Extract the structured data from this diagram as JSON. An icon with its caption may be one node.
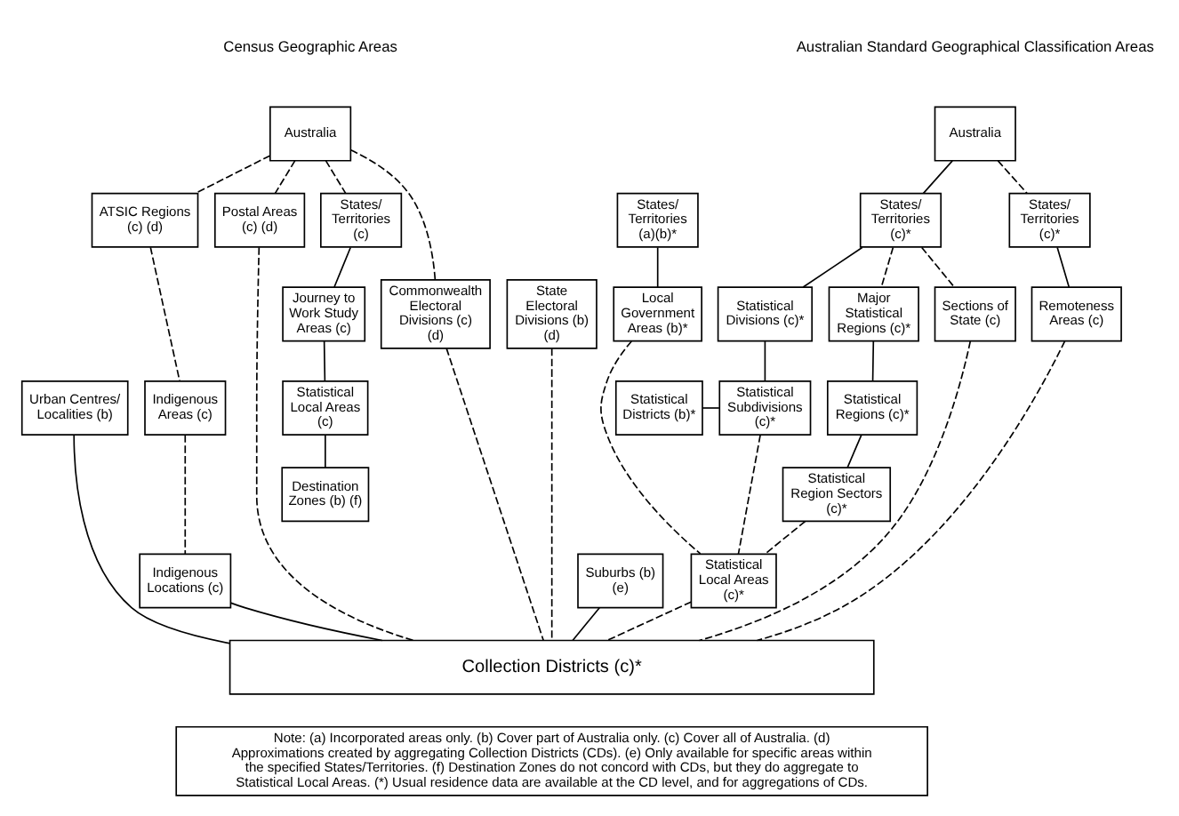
{
  "diagram": {
    "nodes": [
      {
        "text": [
          "Australia"
        ]
      },
      {
        "text": [
          "States/ Territories (a)(b)*"
        ]
      },
      {
        "text": [
          "States/ Territories (c)*"
        ]
      },
      {
        "text": [
          "States/ Territories (c)*"
        ]
      },
      {
        "text": [
          "Local Government Areas (b)*"
        ]
      },
      {
        "text": [
          "Statistical Divisions (c)*"
        ]
      },
      {
        "text": [
          "Major Statistical Regions (c)*"
        ]
      },
      {
        "text": [
          "Sections of State (c)"
        ]
      },
      {
        "text": [
          "Remoteness Areas (c)"
        ]
      },
      {
        "text": [
          "Statistical Districts (b)*"
        ]
      },
      {
        "text": [
          "Statistical Subdivisions (c)*"
        ]
      },
      {
        "text": [
          "Statistical Regions (c)*"
        ]
      },
      {
        "text": [
          "Urban Centres/ Localities (b)"
        ]
      },
      {
        "text": [
          "Statistical Region Sectors (c)*"
        ]
      },
      {
        "text": [
          "Statistical Local Areas (c)*"
        ]
      },
      {
        "text": [
          "Australia"
        ]
      },
      {
        "text": [
          "ATSIC Regions (c) (d)"
        ]
      },
      {
        "text": [
          "Postal Areas (c) (d)"
        ]
      },
      {
        "text": [
          "States/ Territories (c)"
        ]
      },
      {
        "text": [
          "State Electoral Divisions (b) (d)"
        ]
      },
      {
        "text": [
          "Commonwealth Electoral Divisions (c) (d)"
        ]
      },
      {
        "text": [
          "Journey to Work Study Areas (c)"
        ]
      },
      {
        "text": [
          "Indigenous Areas (c)"
        ]
      },
      {
        "text": [
          "Statistical Local Areas (c)"
        ]
      },
      {
        "text": [
          "Indigenous Locations (c)"
        ]
      },
      {
        "text": [
          "Suburbs (b) (e)"
        ]
      },
      {
        "text": [
          "Destination Zones (b) (f)"
        ]
      },
      {
        "text": [
          "Collection Districts (c)*"
        ]
      },
      {
        "text": [
          "Note: (a) Incorporated areas only. (b) Cover part of Australia only. (c) Cover all of Australia. (d) Approximations created by aggregating Collection Districts (CDs). (e) Only available for specific areas within the specified States/Territories. (f) Destination Zones do not concord with CDs, but they do aggregate to Statistical Local Areas. (*) Usual residence data are available at the CD level, and for aggregations of CDs."
        ]
      }
    ],
    "edges": [
      {
        "from": 0,
        "to": 2,
        "arrow": "none"
      },
      {
        "from": 0,
        "to": 3,
        "arrow": "none",
        "style": "dashed"
      },
      {
        "from": 1,
        "to": 4,
        "arrow": "none"
      },
      {
        "from": 2,
        "to": 5,
        "arrow": "none"
      },
      {
        "from": 2,
        "to": 6,
        "arrow": "none",
        "style": "dashed"
      },
      {
        "from": 2,
        "to": 7,
        "arrow": "none",
        "style": "dashed"
      },
      {
        "from": 3,
        "to": 8,
        "arrow": "none"
      },
      {
        "from": 5,
        "to": 10,
        "arrow": "none"
      },
      {
        "from": 9,
        "to": 10,
        "arrow": "none"
      },
      {
        "from": 6,
        "to": 11,
        "arrow": "none"
      },
      {
        "from": 11,
        "to": 13,
        "arrow": "none"
      },
      {
        "from": 4,
        "to": 14,
        "arrow": "none",
        "style": "dashed"
      },
      {
        "from": 10,
        "to": 14,
        "arrow": "none",
        "style": "dashed"
      },
      {
        "from": 13,
        "to": 14,
        "arrow": "none",
        "style": "dashed"
      },
      {
        "from": 14,
        "to": 27,
        "arrow": "none",
        "style": "dashed"
      },
      {
        "from": 7,
        "to": 27,
        "arrow": "none",
        "style": "dashed"
      },
      {
        "from": 12,
        "to": 27,
        "arrow": "none"
      },
      {
        "from": 8,
        "to": 27,
        "arrow": "none",
        "style": "dashed"
      },
      {
        "from": 15,
        "to": 16,
        "arrow": "none",
        "style": "dashed"
      },
      {
        "from": 15,
        "to": 20,
        "arrow": "none",
        "style": "dashed"
      },
      {
        "from": 15,
        "to": 17,
        "arrow": "none",
        "style": "dashed"
      },
      {
        "from": 15,
        "to": 18,
        "arrow": "none",
        "style": "dashed"
      },
      {
        "from": 16,
        "to": 22,
        "arrow": "none",
        "style": "dashed"
      },
      {
        "from": 22,
        "to": 24,
        "arrow": "none",
        "style": "dashed"
      },
      {
        "from": 18,
        "to": 21,
        "arrow": "none"
      },
      {
        "from": 21,
        "to": 23,
        "arrow": "none"
      },
      {
        "from": 23,
        "to": 26,
        "arrow": "none"
      },
      {
        "from": 24,
        "to": 27,
        "arrow": "none"
      },
      {
        "from": 19,
        "to": 27,
        "arrow": "none",
        "style": "dashed"
      },
      {
        "from": 20,
        "to": 27,
        "arrow": "none",
        "style": "dashed"
      },
      {
        "from": 25,
        "to": 27,
        "arrow": "none"
      },
      {
        "from": 17,
        "to": 27,
        "arrow": "none",
        "style": "dashed"
      }
    ],
    "labels": [
      "Australian Standard Geographical Classification Areas",
      "Census Geographic Areas"
    ]
  }
}
